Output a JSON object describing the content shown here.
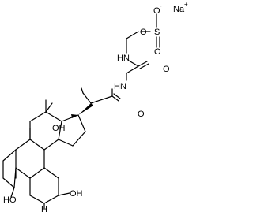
{
  "labels": {
    "oxide": "O",
    "oxide_charge": "-",
    "sulfur_o1": "O",
    "sulfur": "S",
    "sulfur_o2": "O",
    "sodium": "Na",
    "sodium_charge": "+",
    "amine_top": "HN",
    "amide_o_top": "O",
    "amine_mid": "HN",
    "amide_o_mid": "O",
    "hydroxyl_12": "OH",
    "hydroxyl_3": "HO",
    "hydroxyl_7": "OH",
    "h_5": "H"
  },
  "colors": {
    "ink": "#000000",
    "background": "#ffffff"
  }
}
